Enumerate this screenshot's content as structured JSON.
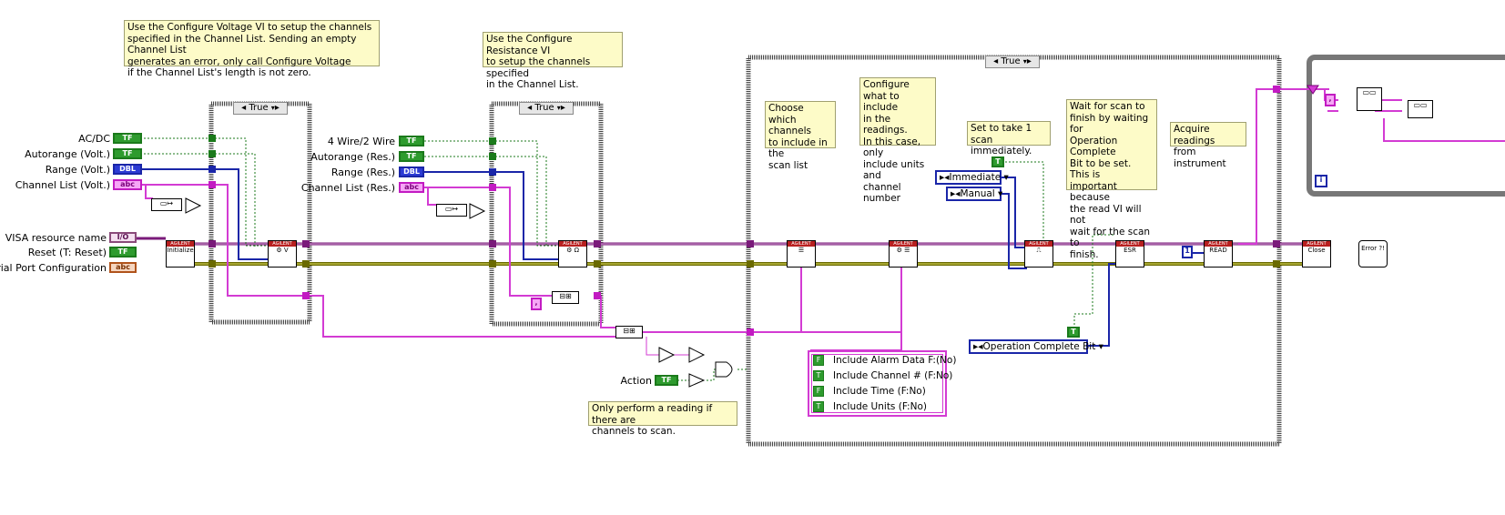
{
  "comments": {
    "voltage": "Use the Configure Voltage VI to setup the channels\nspecified in the Channel List.  Sending an empty Channel List\ngenerates an error, only call Configure Voltage\nif the Channel List's length is not zero.",
    "resistance": "Use the Configure Resistance VI\nto setup the channels specified\nin the Channel List.",
    "choose": "Choose\nwhich channels\nto include in the\nscan list",
    "configure": "Configure\nwhat to include\nin the readings.\nIn this case, only\ninclude units and\nchannel number",
    "set_scan": "Set to take 1 scan\nimmediately.",
    "wait": "Wait for scan to\nfinish by waiting for\nOperation Complete\nBit to be set.  This is\nimportant because\nthe read VI will not\nwait for the scan to\nfinish.",
    "acquire": "Acquire readings\nfrom instrument",
    "only_perform": "Only perform a reading if there are\nchannels to scan."
  },
  "case_selectors": {
    "voltage": "True",
    "resistance": "True",
    "main": "True"
  },
  "controls_left": {
    "ac_dc": "AC/DC",
    "autorange_volt": "Autorange (Volt.)",
    "range_volt": "Range (Volt.)",
    "channel_list_volt": "Channel List (Volt.)",
    "visa": "VISA resource name",
    "reset": "Reset (T: Reset)",
    "serial": "Serial Port Configuration"
  },
  "controls_mid": {
    "four_wire": "4 Wire/2 Wire",
    "autorange_res": "Autorange (Res.)",
    "range_res": "Range (Res.)",
    "channel_list_res": "Channel List (Res.)",
    "action": "Action"
  },
  "terminals": {
    "tf": "TF",
    "num": "DBL",
    "str": "abc",
    "io": "I/O",
    "ser": "abc"
  },
  "rings": {
    "immediate": "Immediate",
    "manual": "Manual",
    "op_complete": "Operation Complete Bit"
  },
  "include_options": [
    {
      "flag": "F",
      "label": "Include Alarm Data F:(No)"
    },
    {
      "flag": "T",
      "label": "Include Channel # (F:No)"
    },
    {
      "flag": "F",
      "label": "Include Time (F:No)"
    },
    {
      "flag": "T",
      "label": "Include Units (F:No)"
    }
  ],
  "constants": {
    "true_const": "T",
    "index_const": "1",
    "loop_i": "i",
    "comma": ","
  },
  "vi_labels": {
    "init": "Initialize",
    "read": "READ",
    "esr": "ESR",
    "close": "Close",
    "error": "Error ?!"
  }
}
